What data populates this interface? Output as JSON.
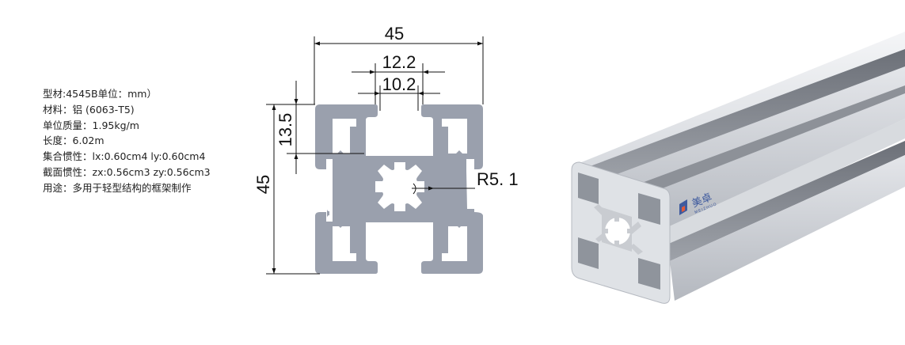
{
  "specs": [
    {
      "label": "型材:",
      "value": "4545B单位：mm）"
    },
    {
      "label": "材料：",
      "value": "铝 (6063-T5)"
    },
    {
      "label": "单位质量：",
      "value": "1.95kg/m"
    },
    {
      "label": "长度：",
      "value": "6.02m"
    },
    {
      "label": "集合惯性：",
      "value": "lx:0.60cm4 ly:0.60cm4"
    },
    {
      "label": "截面惯性：",
      "value": "zx:0.56cm3 zy:0.56cm3"
    },
    {
      "label": "用途：",
      "value": "多用于轻型结构的框架制作"
    }
  ],
  "dimensions": {
    "overall_width": "45",
    "slot_outer": "12.2",
    "slot_inner": "10.2",
    "slot_depth": "13.5",
    "overall_height": "45",
    "radius": "R5. 1"
  },
  "brand": {
    "name": "美卓",
    "sub": "MEIZHUO"
  },
  "colors": {
    "profile_fill": "#9aa0ad",
    "dim_line": "#111111",
    "brand_blue": "#3e5a9e"
  }
}
